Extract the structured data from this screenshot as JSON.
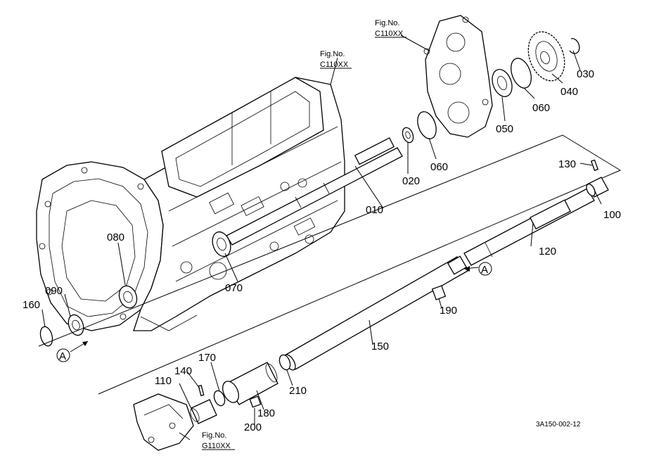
{
  "fig_refs": {
    "top_center": {
      "line1": "Fig.No.",
      "line2": "C110XX"
    },
    "top_right": {
      "line1": "Fig.No.",
      "line2": "C110XX"
    },
    "bottom": {
      "line1": "Fig.No.",
      "line2": "G110XX"
    }
  },
  "part_numbers": {
    "p010": "010",
    "p020": "020",
    "p030": "030",
    "p040": "040",
    "p050": "050",
    "p060a": "060",
    "p060b": "060",
    "p070": "070",
    "p080": "080",
    "p090": "090",
    "p100": "100",
    "p110": "110",
    "p120": "120",
    "p130": "130",
    "p140": "140",
    "p150": "150",
    "p160": "160",
    "p170": "170",
    "p180": "180",
    "p190": "190",
    "p200": "200",
    "p210": "210"
  },
  "callouts": {
    "a_left": "A",
    "a_right": "A"
  },
  "drawing_ref": "3A150-002-12"
}
